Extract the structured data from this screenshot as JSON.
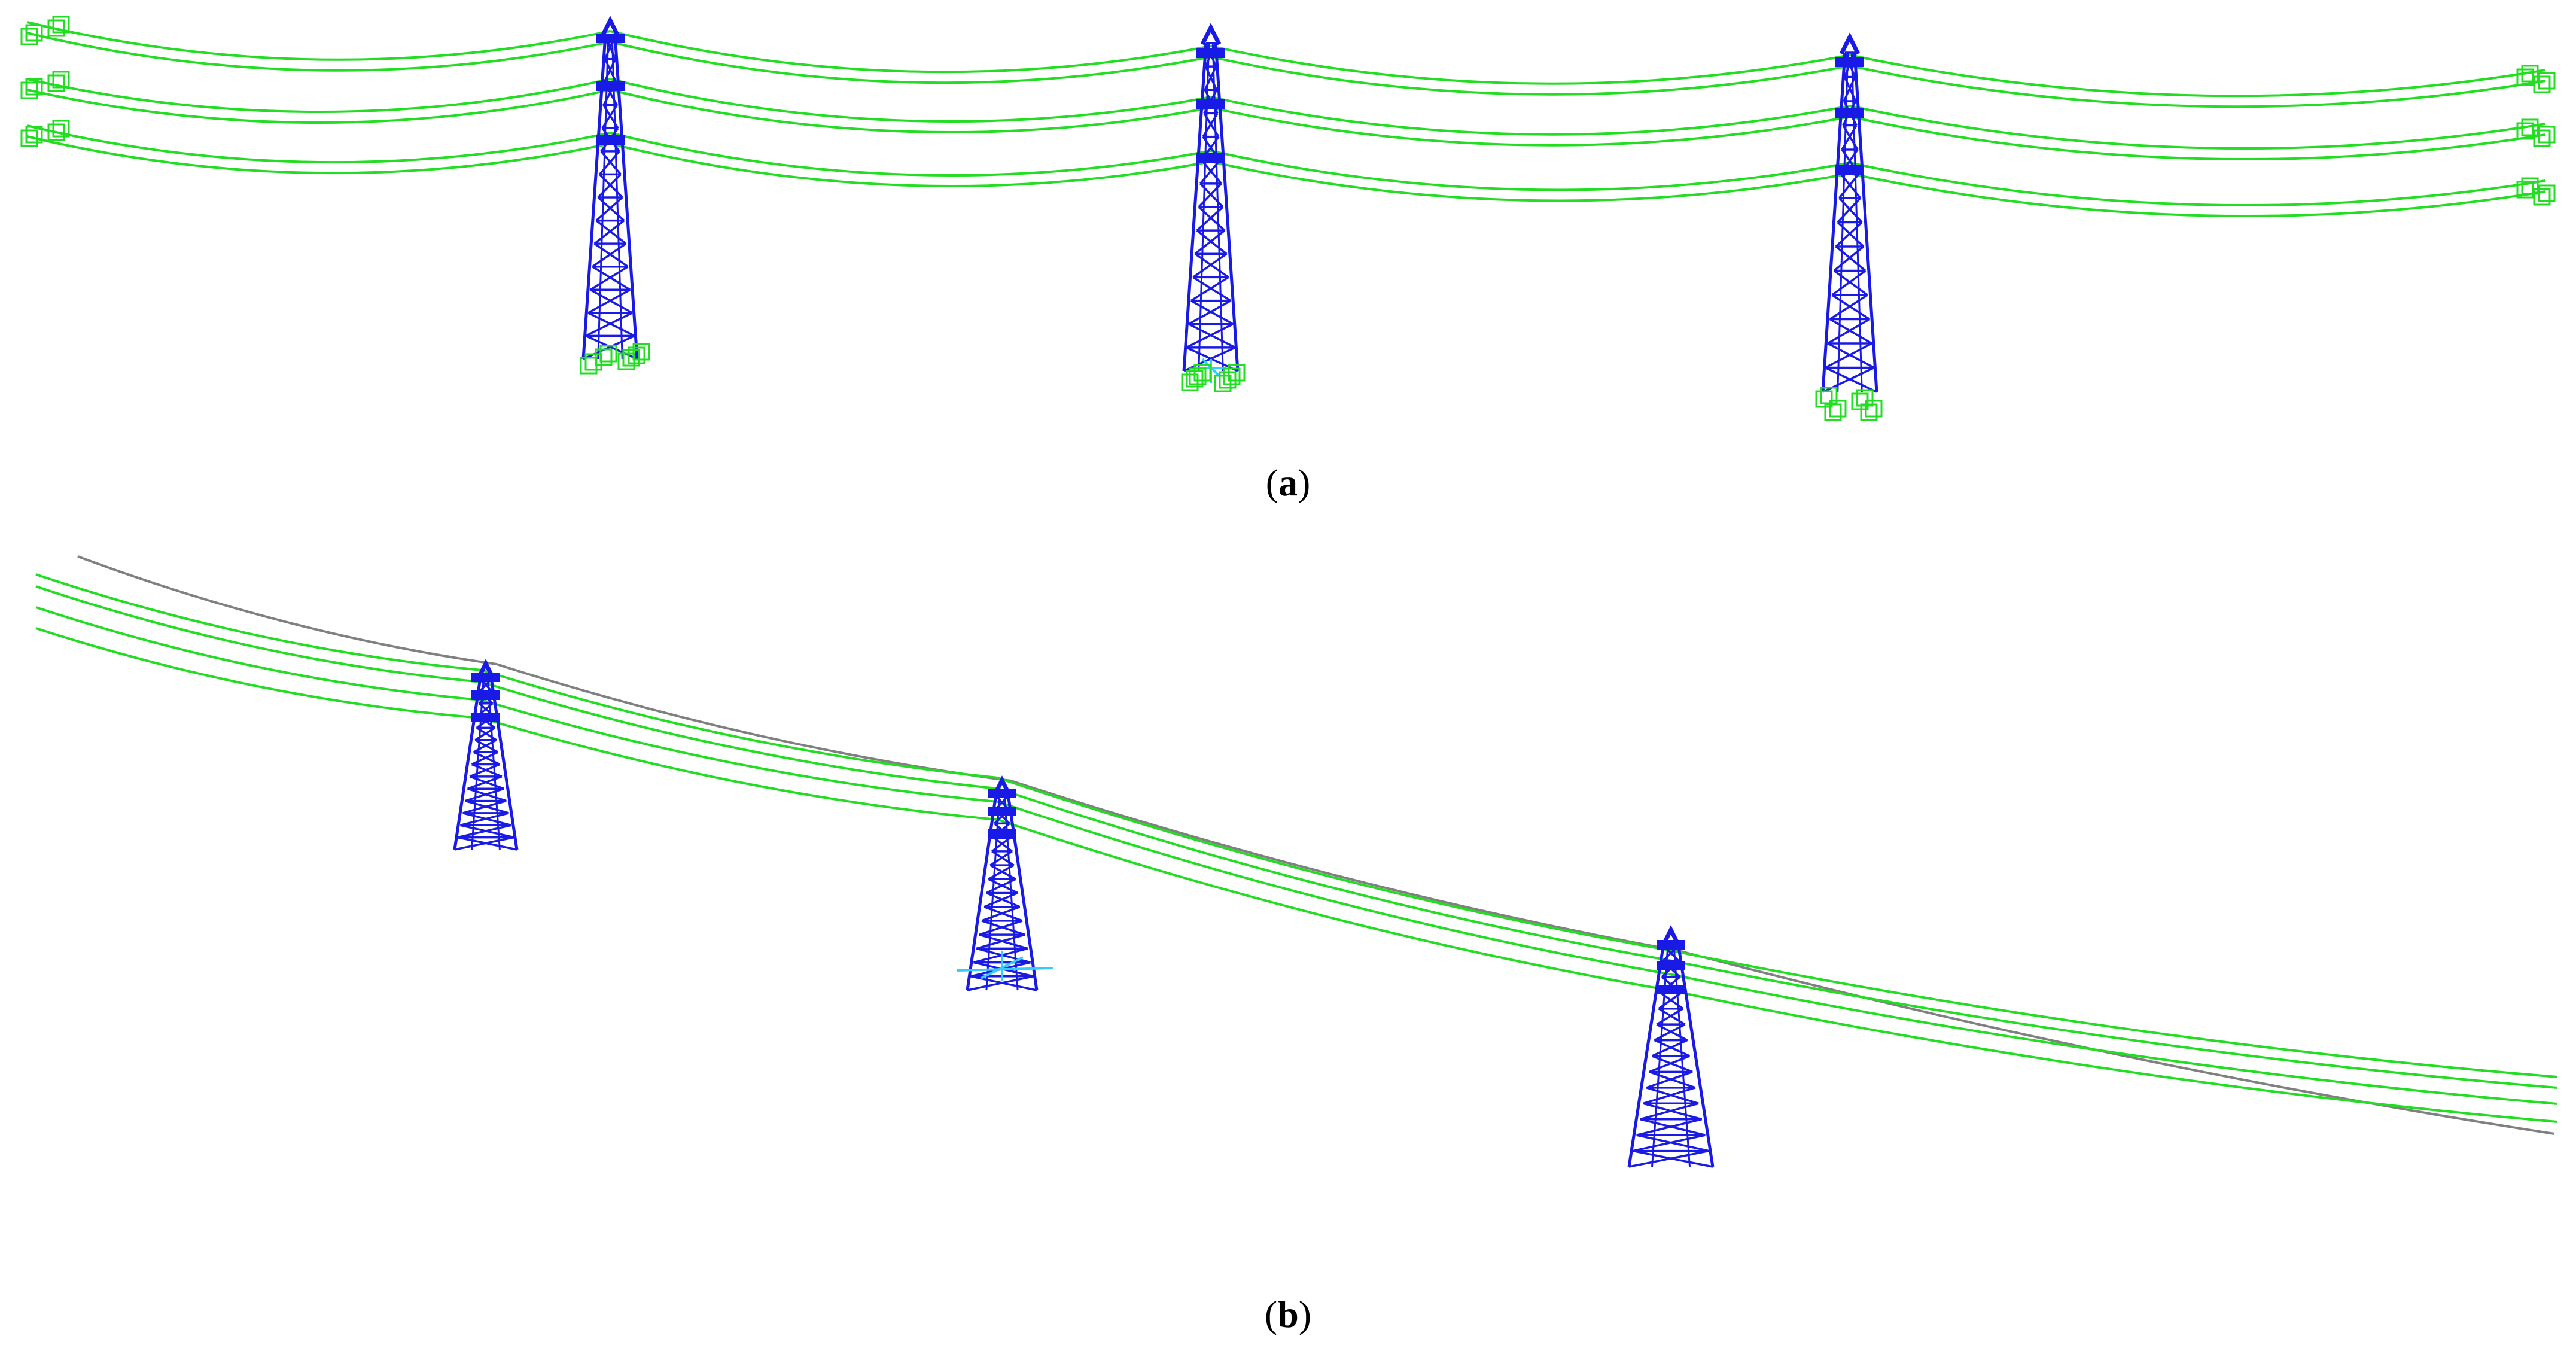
{
  "figure": {
    "panels": [
      {
        "id": "a",
        "label": "a",
        "view": "side elevation"
      },
      {
        "id": "b",
        "label": "b",
        "view": "perspective"
      }
    ]
  },
  "colors": {
    "tower": "#1a1ae6",
    "conductor": "#22dd22",
    "ground_wire": "#808080",
    "anchor": "#33ccff",
    "support": "#22dd22"
  },
  "icons": {
    "tower": "lattice-transmission-tower-icon",
    "support": "boundary-support-box-icon"
  }
}
